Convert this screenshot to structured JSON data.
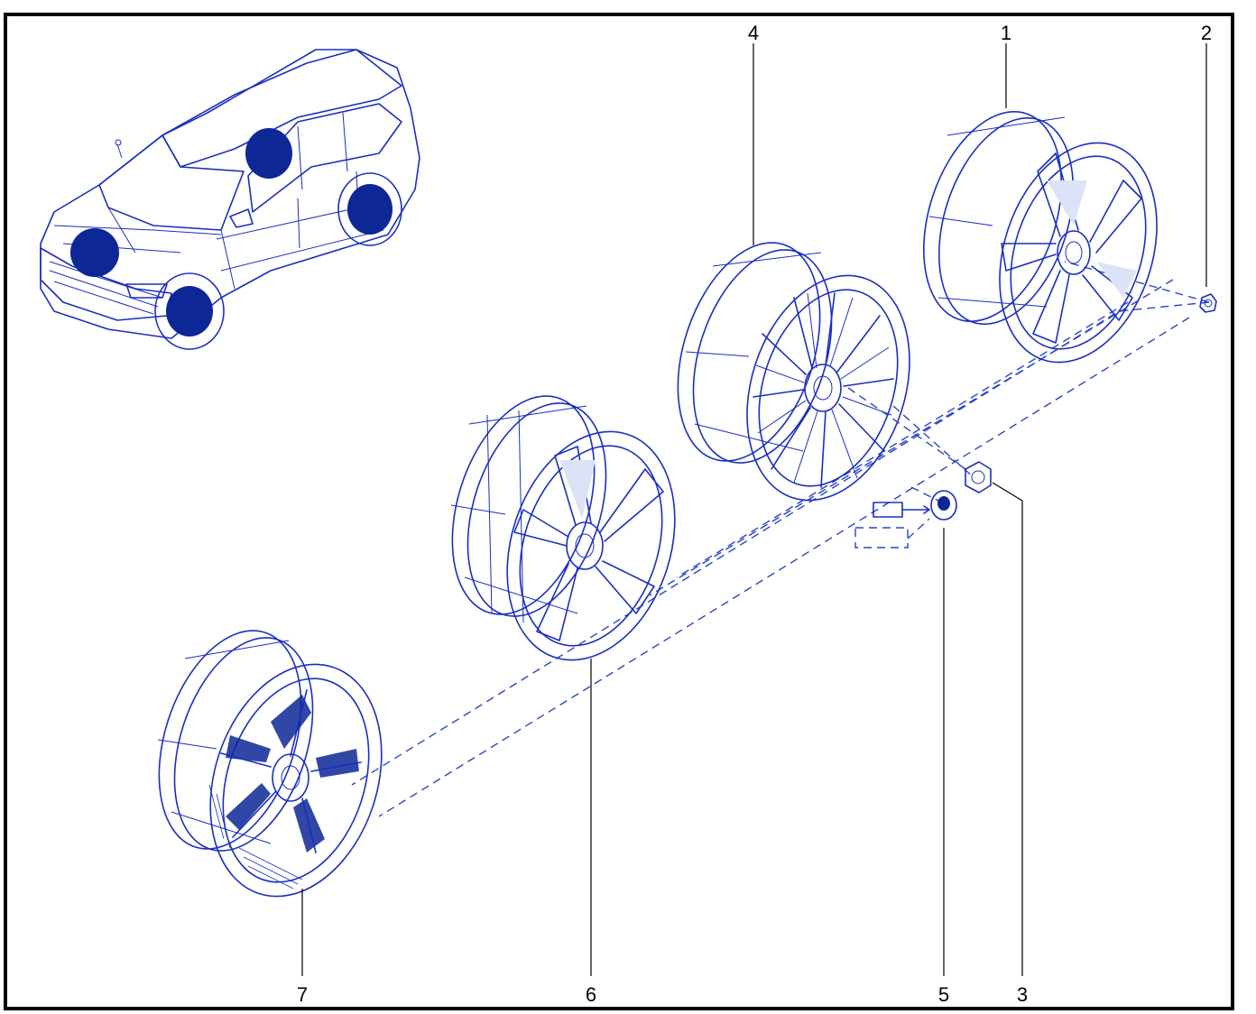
{
  "callouts": {
    "c1": "1",
    "c2": "2",
    "c3": "3",
    "c4": "4",
    "c5": "5",
    "c6": "6",
    "c7": "7"
  },
  "parts": [
    "wheel-1",
    "wheel-nut-2",
    "center-cap-3",
    "wheel-4",
    "tpms-valve-5",
    "wheel-6",
    "wheel-7"
  ],
  "colors": {
    "line_art": "#1a2fbf",
    "wheel_markers": "#0d2796",
    "frame": "#000000"
  }
}
